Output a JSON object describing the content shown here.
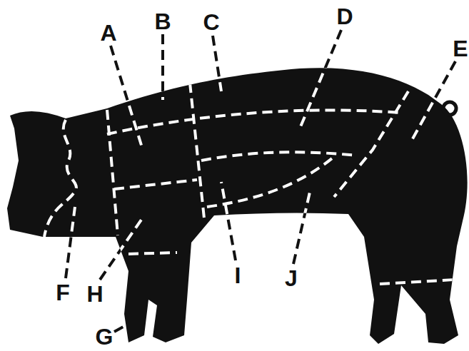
{
  "diagram": {
    "labels": [
      "A",
      "B",
      "C",
      "D",
      "E",
      "F",
      "H",
      "I",
      "J",
      "G"
    ]
  }
}
